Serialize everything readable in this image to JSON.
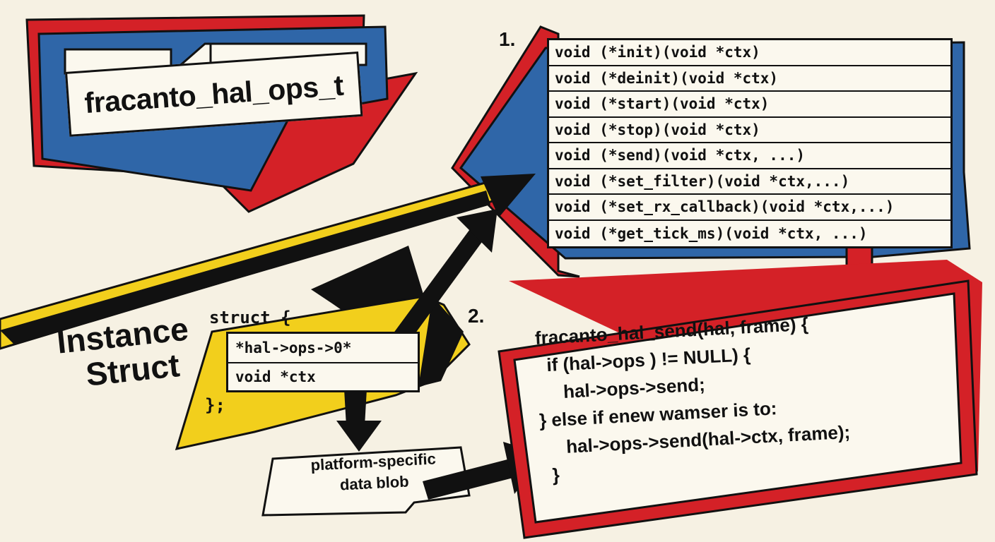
{
  "title": "fracanto_hal_ops_t",
  "markers": {
    "one": "1.",
    "two": "2."
  },
  "ops_table": [
    "void (*init)(void *ctx)",
    "void (*deinit)(void *ctx)",
    "void (*start)(void *ctx)",
    "void (*stop)(void *ctx)",
    "void (*send)(void *ctx, ...)",
    "void (*set_filter)(void *ctx,...)",
    "void (*set_rx_callback)(void *ctx,...)",
    "void (*get_tick_ms)(void *ctx, ...)"
  ],
  "instance_label": {
    "line1": "Instance",
    "line2": "Struct"
  },
  "struct_def": {
    "open": "struct {",
    "fields": [
      "*hal->ops->0*",
      "void *ctx"
    ],
    "close": "};"
  },
  "blob": {
    "line1": "platform-specific",
    "line2": "data blob"
  },
  "code": [
    "fracanto_hal_send(hal, frame) {",
    "  if (hal->ops ) != NULL) {",
    "     hal->ops->send;",
    "} else if enew wamser is to:",
    "     hal->ops->send(hal->ctx, frame);",
    "  }"
  ],
  "colors": {
    "red": "#d42127",
    "blue": "#2f66a8",
    "yellow": "#f2cf1c",
    "black": "#111111",
    "paper": "#f6f1e3"
  }
}
